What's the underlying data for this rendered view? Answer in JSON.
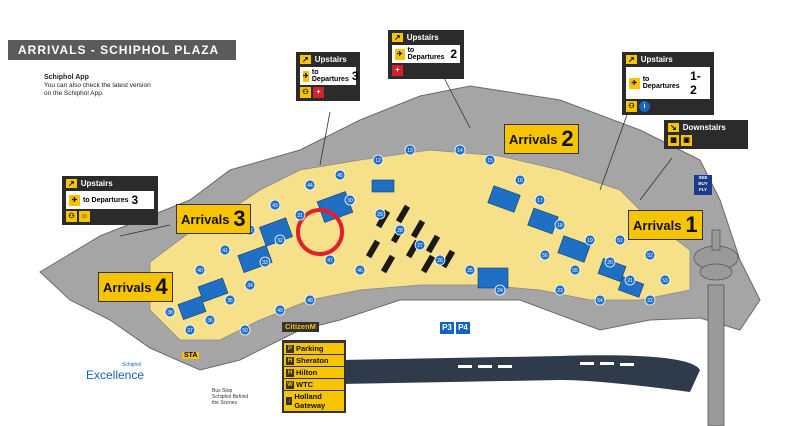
{
  "header": {
    "title": "ARRIVALS - SCHIPHOL PLAZA"
  },
  "app_note": {
    "title": "Schiphol App",
    "line1": "You can also check the latest version",
    "line2": "on the Schiphol App."
  },
  "signs": [
    {
      "id": "sign-a",
      "header": "Upstairs",
      "to": "to Departures",
      "num": "3"
    },
    {
      "id": "sign-b",
      "header": "Upstairs",
      "to": "to Departures",
      "num": "2"
    },
    {
      "id": "sign-c",
      "header": "Upstairs",
      "to": "to Departures",
      "num": "1-2"
    },
    {
      "id": "sign-d",
      "header": "Downstairs"
    },
    {
      "id": "sign-e",
      "header": "Upstairs",
      "to": "to Departures",
      "num": "3"
    }
  ],
  "arrivals": [
    {
      "label": "Arrivals",
      "num": "1"
    },
    {
      "label": "Arrivals",
      "num": "2"
    },
    {
      "label": "Arrivals",
      "num": "3"
    },
    {
      "label": "Arrivals",
      "num": "4"
    }
  ],
  "directions": {
    "citizenm": "CitizenM",
    "parking": "Parking",
    "sheraton": "Sheraton",
    "hilton": "Hilton",
    "wtc": "WTC",
    "holland_gateway_1": "Holland",
    "holland_gateway_2": "Gateway"
  },
  "parking_labels": [
    "P3",
    "P4"
  ],
  "see_buy": [
    "SEE",
    "BUY",
    "FLY"
  ],
  "sta_label": "STA",
  "logo": {
    "small": "Schiphol",
    "text": "Excellence"
  },
  "bus_note": {
    "line1": "Bus Stop",
    "line2": "Schiphol Behind",
    "line3": "the Scenes"
  },
  "map_numbers": [
    "12",
    "13",
    "14",
    "15",
    "16",
    "17",
    "18",
    "19",
    "20",
    "21",
    "22",
    "23",
    "24",
    "25",
    "26",
    "27",
    "28",
    "29",
    "30",
    "31",
    "32",
    "33",
    "34",
    "35",
    "36",
    "37",
    "38",
    "39",
    "40",
    "41",
    "42",
    "43",
    "44",
    "45",
    "46",
    "47",
    "48",
    "49",
    "50",
    "51",
    "52",
    "53",
    "54",
    "55",
    "56"
  ],
  "colors": {
    "floor": "#f6e08a",
    "building": "#9a9a9a",
    "accent": "#f6c400",
    "store": "#1565c0",
    "highlight": "#e0202a"
  }
}
